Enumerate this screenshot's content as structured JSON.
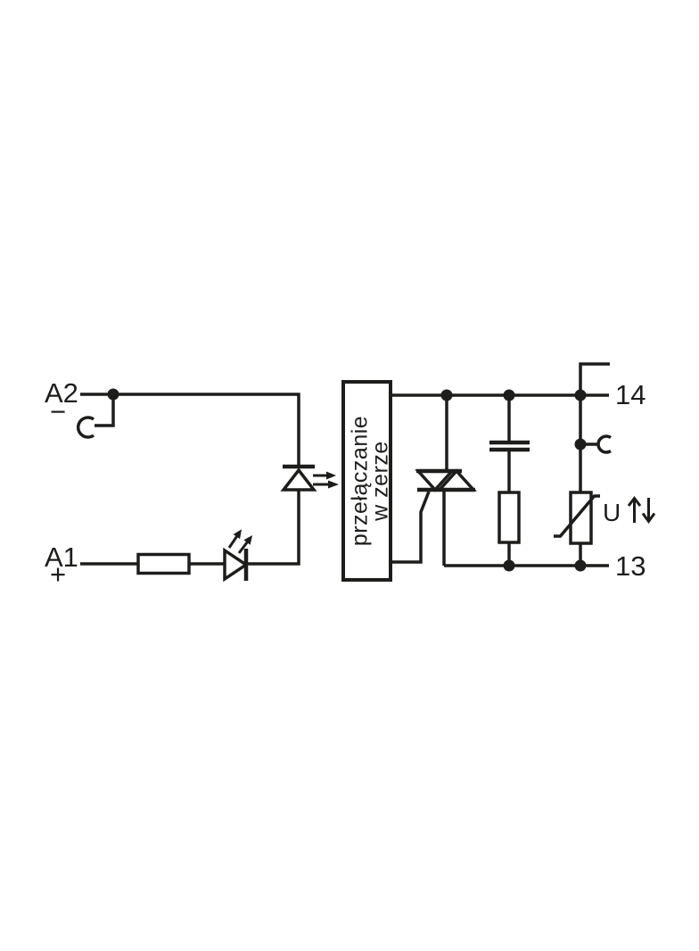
{
  "diagram": {
    "input": {
      "terminal_top": {
        "label": "A2",
        "polarity": "−"
      },
      "terminal_bottom": {
        "label": "A1",
        "polarity": "+"
      }
    },
    "output": {
      "terminal_top": {
        "label": "14"
      },
      "terminal_bottom": {
        "label": "13"
      },
      "varistor_voltage_label": "U"
    },
    "function_block": {
      "line1": "przełączanie",
      "line2": "w zerze"
    },
    "icons": {
      "socket_contact": "plug-in-socket-contact-arc",
      "indicator_led": "led-diode-with-emission-arrows",
      "optocoupler_led": "led-diode-with-light-arrows-to-block",
      "triac": "triac-antiparallel-triangles",
      "capacitor": "capacitor-parallel-plates",
      "snubber_resistor": "resistor-rectangle",
      "series_resistor": "resistor-rectangle",
      "varistor": "varistor-rectangle-with-diagonal",
      "voltage_arrows": "up-down-voltage-arrows"
    },
    "colors": {
      "line": "#1d1d1b",
      "background": "#ffffff"
    }
  }
}
